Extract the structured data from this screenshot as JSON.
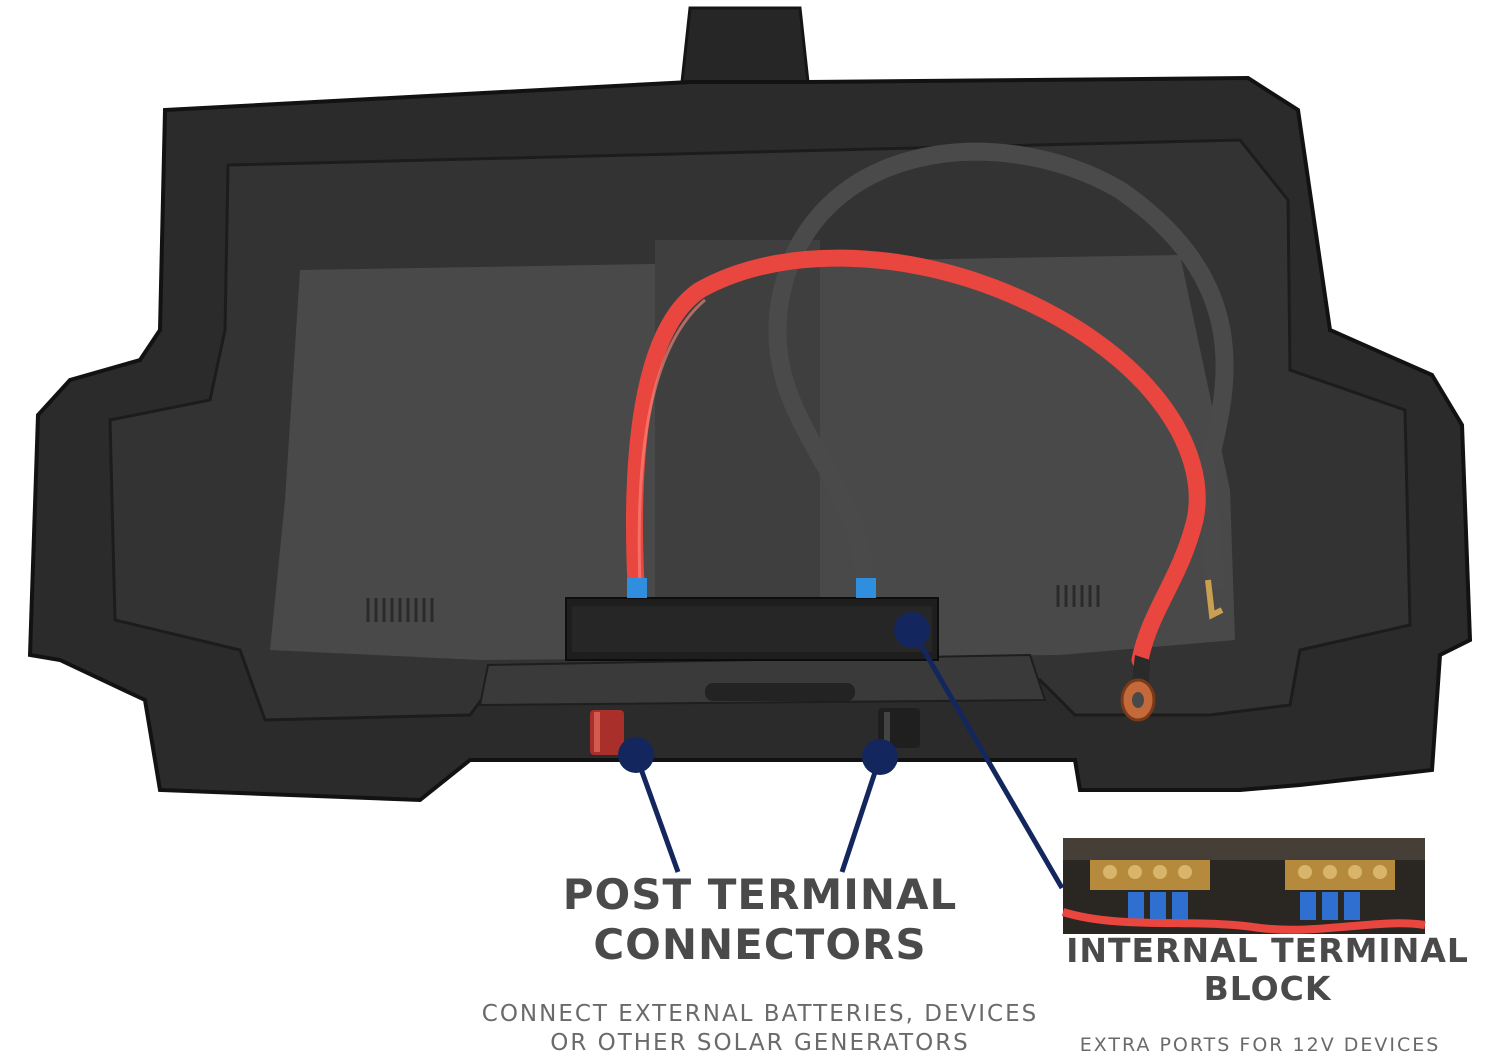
{
  "annotations": {
    "post_terminal": {
      "title_line1": "POST TERMINAL",
      "title_line2": "CONNECTORS",
      "desc_line1": "CONNECT EXTERNAL BATTERIES, DEVICES",
      "desc_line2": "OR OTHER SOLAR GENERATORS"
    },
    "internal_block": {
      "title_line1": "INTERNAL TERMINAL",
      "title_line2": "BLOCK",
      "desc_line1": "EXTRA PORTS FOR 12V DEVICES"
    }
  },
  "colors": {
    "callout_navy": "#13275e",
    "tray_black": "#2b2b2b",
    "tray_floor": "#494949",
    "cable_red": "#e8463e",
    "cable_gray": "#4a4a4a",
    "cap_blue": "#2f8fde",
    "copper": "#c46a3a",
    "label_gray": "#4a4a4a"
  }
}
